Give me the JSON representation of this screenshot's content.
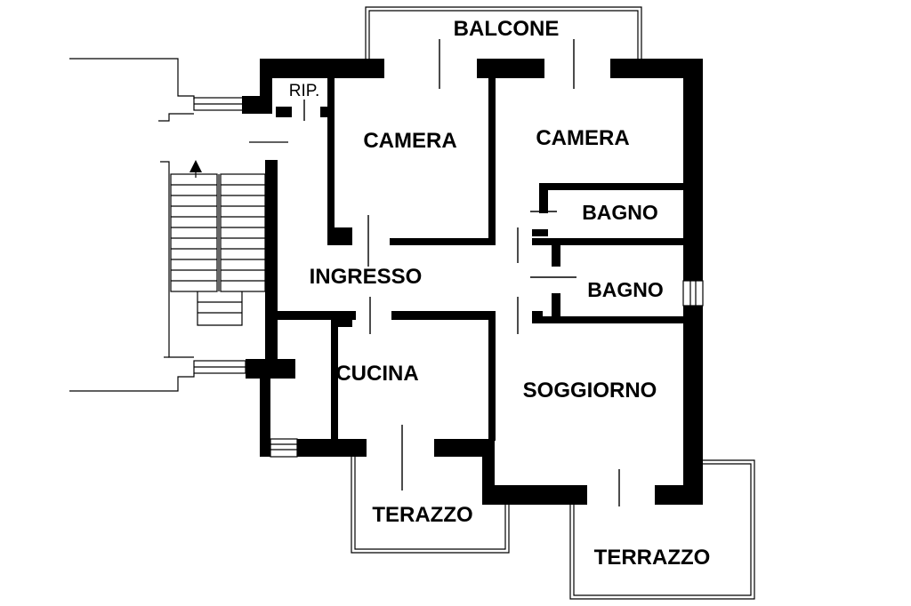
{
  "rooms": {
    "balcone": "BALCONE",
    "rip": "RIP.",
    "camera_1": "CAMERA",
    "camera_2": "CAMERA",
    "bagno_1": "BAGNO",
    "bagno_2": "BAGNO",
    "ingresso": "INGRESSO",
    "cucina": "CUCINA",
    "soggiorno": "SOGGIORNO",
    "terazzo": "TERAZZO",
    "terrazzo": "TERRAZZO"
  },
  "colors": {
    "wall": "#000000",
    "background": "#ffffff"
  },
  "icons": {
    "stair_direction": "up-arrow-icon"
  }
}
